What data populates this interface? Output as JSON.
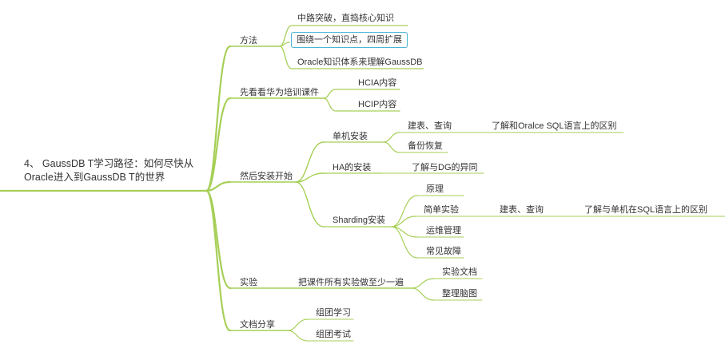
{
  "colors": {
    "branch": "#a6cf57",
    "text": "#333333",
    "selection": "#49b6d6"
  },
  "root": {
    "line1": "4、 GaussDB T学习路径：如何尽快从",
    "line2": "Oracle进入到GaussDB T的世界"
  },
  "branches": {
    "method": {
      "label": "方法",
      "items": [
        "中路突破，直捣核心知识",
        "围绕一个知识点，四周扩展",
        "Oracle知识体系来理解GaussDB"
      ]
    },
    "huawei": {
      "label": "先看看华为培训课件",
      "items": [
        "HCIA内容",
        "HCIP内容"
      ]
    },
    "install": {
      "label": "然后安装开始",
      "single": {
        "label": "单机安装",
        "create": "建表、查询",
        "create_note": "了解和Oralce SQL语言上的区别",
        "backup": "备份恢复"
      },
      "ha": {
        "label": "HA的安装",
        "note": "了解与DG的异同"
      },
      "sharding": {
        "label": "Sharding安装",
        "principle": "原理",
        "simple": "简单实验",
        "simple_child": "建表、查询",
        "simple_note": "了解与单机在SQL语言上的区别",
        "ops": "运维管理",
        "faults": "常见故障"
      }
    },
    "experiment": {
      "label": "实验",
      "task": "把课件所有实验做至少一遍",
      "items": [
        "实验文档",
        "整理脑图"
      ]
    },
    "sharing": {
      "label": "文档分享",
      "items": [
        "组团学习",
        "组团考试"
      ]
    }
  }
}
